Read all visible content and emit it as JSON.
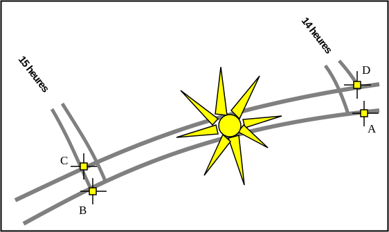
{
  "labels": {
    "hour_left": "15 heures",
    "hour_right": "14 heures"
  },
  "points": {
    "a": "A",
    "b": "B",
    "c": "C",
    "d": "D"
  },
  "colors": {
    "sun_fill": "#ffff00",
    "sun_stroke": "#000000",
    "track": "#808080",
    "marker_fill": "#ffff00",
    "frame": "#000000"
  },
  "icons": {
    "sun": "sun-icon",
    "marker": "crosshair-marker-icon"
  }
}
